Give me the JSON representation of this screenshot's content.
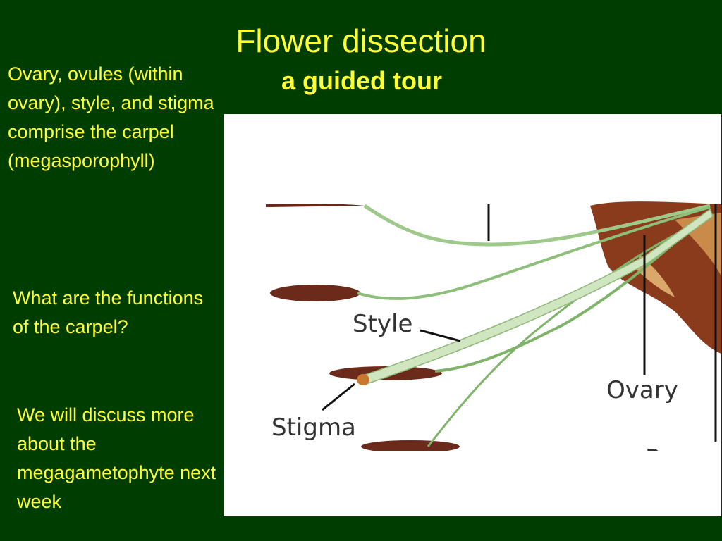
{
  "slide": {
    "title": "Flower dissection",
    "subtitle": "a guided tour",
    "paragraph_1": "Ovary, ovules (within ovary), style, and stigma comprise the carpel (megasporophyll)",
    "paragraph_2": "What are the functions of the carpel?",
    "paragraph_3": "We will discuss more about the megagametophyte next week"
  },
  "figure": {
    "labels": {
      "style": "Style",
      "stigma": "Stigma",
      "ovary": "Ovary",
      "recep": "Recep"
    }
  },
  "colors": {
    "background": "#003d00",
    "text": "#ffff33"
  }
}
